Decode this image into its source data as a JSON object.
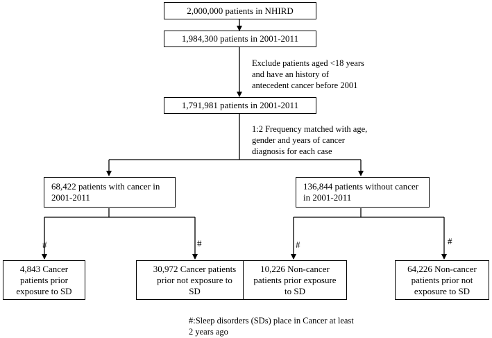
{
  "nodes": {
    "n1": "2,000,000 patients in NHIRD",
    "n2": "1,984,300 patients in 2001-2011",
    "n3": "1,791,981 patients in 2001-2011",
    "n4": [
      "68,422 patients with cancer in",
      "2001-2011"
    ],
    "n5": [
      "136,844 patients without cancer",
      "in 2001-2011"
    ],
    "n6": [
      "4,843 Cancer",
      "patients prior",
      "exposure to SD"
    ],
    "n7": [
      "30,972 Cancer patients",
      "prior not  exposure to",
      "SD"
    ],
    "n8": [
      "10,226  Non-cancer",
      "patients prior exposure",
      "to SD"
    ],
    "n9": [
      "64,226 Non-cancer",
      "patients prior not",
      "exposure to SD"
    ]
  },
  "notes": {
    "exclude": [
      "Exclude patients aged <18 years",
      "and have an  history of",
      "antecedent cancer before 2001"
    ],
    "match": [
      "1:2 Frequency matched with age,",
      "gender and years of cancer",
      "diagnosis for each case"
    ],
    "footnote": [
      "#:Sleep disorders (SDs) place in Cancer at least",
      "2 years ago"
    ]
  },
  "hash_mark": "#"
}
